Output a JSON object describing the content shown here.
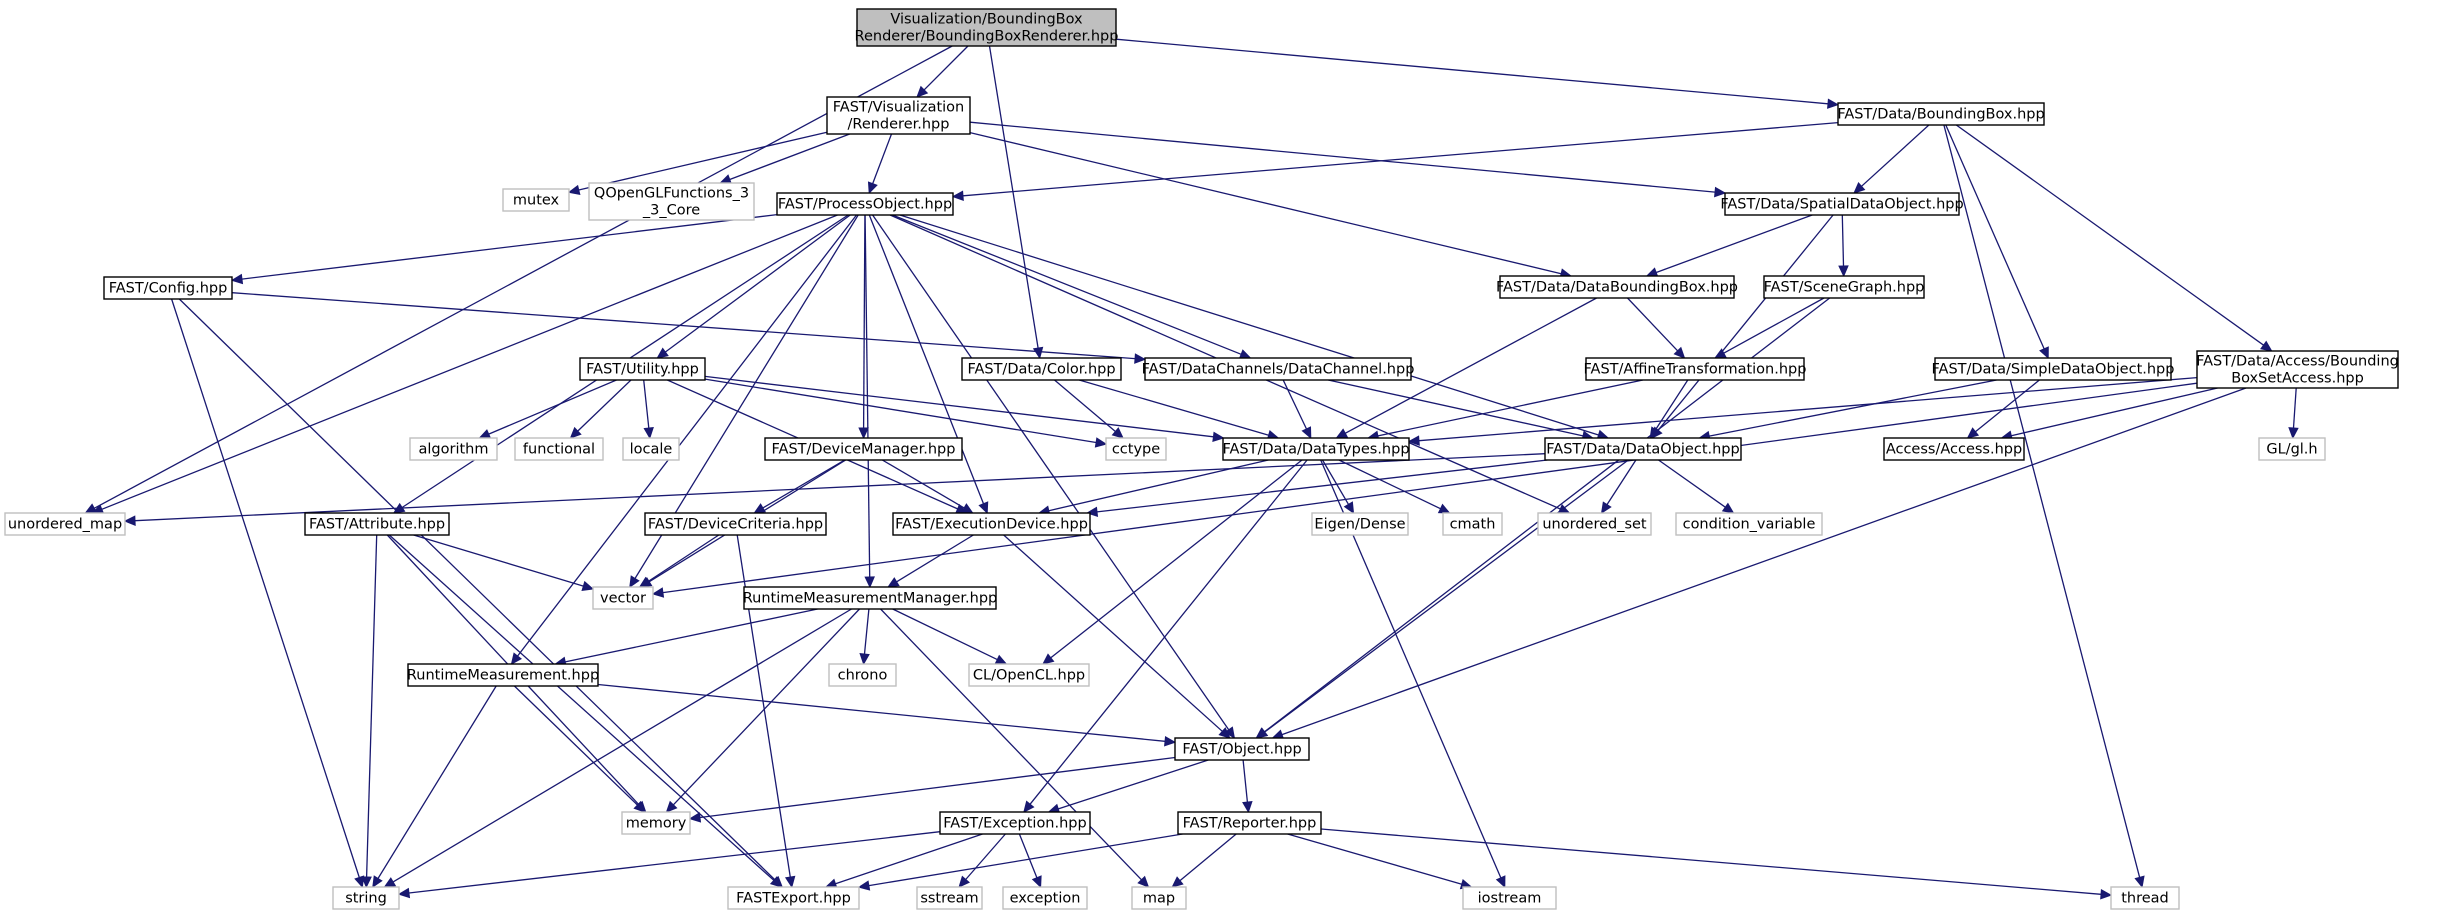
{
  "graph": {
    "colors": {
      "edge": "#191970",
      "internal_border": "#000000",
      "external_border": "#bfbfbf",
      "root_fill": "#bfbfbf"
    },
    "nodes": [
      {
        "id": "root",
        "kind": "root",
        "lines": [
          "Visualization/BoundingBox",
          "Renderer/BoundingBoxRenderer.hpp"
        ]
      },
      {
        "id": "renderer",
        "kind": "internal",
        "lines": [
          "FAST/Visualization",
          "/Renderer.hpp"
        ]
      },
      {
        "id": "boundingbox",
        "kind": "internal",
        "lines": [
          "FAST/Data/BoundingBox.hpp"
        ]
      },
      {
        "id": "mutex",
        "kind": "external",
        "lines": [
          "mutex"
        ]
      },
      {
        "id": "qopengl",
        "kind": "external",
        "lines": [
          "QOpenGLFunctions_3",
          "_3_Core"
        ]
      },
      {
        "id": "processobject",
        "kind": "internal",
        "lines": [
          "FAST/ProcessObject.hpp"
        ]
      },
      {
        "id": "spatialdataobject",
        "kind": "internal",
        "lines": [
          "FAST/Data/SpatialDataObject.hpp"
        ]
      },
      {
        "id": "config",
        "kind": "internal",
        "lines": [
          "FAST/Config.hpp"
        ]
      },
      {
        "id": "databoundingbox",
        "kind": "internal",
        "lines": [
          "FAST/Data/DataBoundingBox.hpp"
        ]
      },
      {
        "id": "scenegraph",
        "kind": "internal",
        "lines": [
          "FAST/SceneGraph.hpp"
        ]
      },
      {
        "id": "utility",
        "kind": "internal",
        "lines": [
          "FAST/Utility.hpp"
        ]
      },
      {
        "id": "color",
        "kind": "internal",
        "lines": [
          "FAST/Data/Color.hpp"
        ]
      },
      {
        "id": "datachannel",
        "kind": "internal",
        "lines": [
          "FAST/DataChannels/DataChannel.hpp"
        ]
      },
      {
        "id": "affine",
        "kind": "internal",
        "lines": [
          "FAST/AffineTransformation.hpp"
        ]
      },
      {
        "id": "simpledataobject",
        "kind": "internal",
        "lines": [
          "FAST/Data/SimpleDataObject.hpp"
        ]
      },
      {
        "id": "bboxaccess",
        "kind": "internal",
        "lines": [
          "FAST/Data/Access/Bounding",
          "BoxSetAccess.hpp"
        ]
      },
      {
        "id": "algorithm",
        "kind": "external",
        "lines": [
          "algorithm"
        ]
      },
      {
        "id": "functional",
        "kind": "external",
        "lines": [
          "functional"
        ]
      },
      {
        "id": "locale",
        "kind": "external",
        "lines": [
          "locale"
        ]
      },
      {
        "id": "devicemanager",
        "kind": "internal",
        "lines": [
          "FAST/DeviceManager.hpp"
        ]
      },
      {
        "id": "cctype",
        "kind": "external",
        "lines": [
          "cctype"
        ]
      },
      {
        "id": "datatypes",
        "kind": "internal",
        "lines": [
          "FAST/Data/DataTypes.hpp"
        ]
      },
      {
        "id": "dataobject",
        "kind": "internal",
        "lines": [
          "FAST/Data/DataObject.hpp"
        ]
      },
      {
        "id": "access",
        "kind": "internal",
        "lines": [
          "Access/Access.hpp"
        ]
      },
      {
        "id": "glh",
        "kind": "external",
        "lines": [
          "GL/gl.h"
        ]
      },
      {
        "id": "unordered_map",
        "kind": "external",
        "lines": [
          "unordered_map"
        ]
      },
      {
        "id": "attribute",
        "kind": "internal",
        "lines": [
          "FAST/Attribute.hpp"
        ]
      },
      {
        "id": "devicecriteria",
        "kind": "internal",
        "lines": [
          "FAST/DeviceCriteria.hpp"
        ]
      },
      {
        "id": "executiondevice",
        "kind": "internal",
        "lines": [
          "FAST/ExecutionDevice.hpp"
        ]
      },
      {
        "id": "eigen",
        "kind": "external",
        "lines": [
          "Eigen/Dense"
        ]
      },
      {
        "id": "cmath",
        "kind": "external",
        "lines": [
          "cmath"
        ]
      },
      {
        "id": "unordered_set",
        "kind": "external",
        "lines": [
          "unordered_set"
        ]
      },
      {
        "id": "condvar",
        "kind": "external",
        "lines": [
          "condition_variable"
        ]
      },
      {
        "id": "vector",
        "kind": "external",
        "lines": [
          "vector"
        ]
      },
      {
        "id": "rtmm",
        "kind": "internal",
        "lines": [
          "RuntimeMeasurementManager.hpp"
        ]
      },
      {
        "id": "rtm",
        "kind": "internal",
        "lines": [
          "RuntimeMeasurement.hpp"
        ]
      },
      {
        "id": "chrono",
        "kind": "external",
        "lines": [
          "chrono"
        ]
      },
      {
        "id": "opencl",
        "kind": "external",
        "lines": [
          "CL/OpenCL.hpp"
        ]
      },
      {
        "id": "object",
        "kind": "internal",
        "lines": [
          "FAST/Object.hpp"
        ]
      },
      {
        "id": "memory",
        "kind": "external",
        "lines": [
          "memory"
        ]
      },
      {
        "id": "exception_h",
        "kind": "internal",
        "lines": [
          "FAST/Exception.hpp"
        ]
      },
      {
        "id": "reporter",
        "kind": "internal",
        "lines": [
          "FAST/Reporter.hpp"
        ]
      },
      {
        "id": "string",
        "kind": "external",
        "lines": [
          "string"
        ]
      },
      {
        "id": "fastexport",
        "kind": "external",
        "lines": [
          "FASTExport.hpp"
        ]
      },
      {
        "id": "sstream",
        "kind": "external",
        "lines": [
          "sstream"
        ]
      },
      {
        "id": "exception",
        "kind": "external",
        "lines": [
          "exception"
        ]
      },
      {
        "id": "map",
        "kind": "external",
        "lines": [
          "map"
        ]
      },
      {
        "id": "iostream",
        "kind": "external",
        "lines": [
          "iostream"
        ]
      },
      {
        "id": "thread",
        "kind": "external",
        "lines": [
          "thread"
        ]
      }
    ],
    "edges": [
      [
        "root",
        "renderer"
      ],
      [
        "root",
        "boundingbox"
      ],
      [
        "root",
        "color"
      ],
      [
        "root",
        "unordered_map"
      ],
      [
        "renderer",
        "mutex"
      ],
      [
        "renderer",
        "qopengl"
      ],
      [
        "renderer",
        "processobject"
      ],
      [
        "renderer",
        "spatialdataobject"
      ],
      [
        "renderer",
        "databoundingbox"
      ],
      [
        "boundingbox",
        "processobject"
      ],
      [
        "boundingbox",
        "spatialdataobject"
      ],
      [
        "boundingbox",
        "simpledataobject"
      ],
      [
        "boundingbox",
        "bboxaccess"
      ],
      [
        "boundingbox",
        "thread"
      ],
      [
        "processobject",
        "config"
      ],
      [
        "processobject",
        "unordered_map"
      ],
      [
        "processobject",
        "attribute"
      ],
      [
        "processobject",
        "rtm"
      ],
      [
        "processobject",
        "utility"
      ],
      [
        "processobject",
        "devicemanager"
      ],
      [
        "processobject",
        "executiondevice"
      ],
      [
        "processobject",
        "datachannel"
      ],
      [
        "processobject",
        "dataobject"
      ],
      [
        "processobject",
        "unordered_set"
      ],
      [
        "processobject",
        "vector"
      ],
      [
        "processobject",
        "object"
      ],
      [
        "processobject",
        "rtmm"
      ],
      [
        "spatialdataobject",
        "databoundingbox"
      ],
      [
        "spatialdataobject",
        "scenegraph"
      ],
      [
        "spatialdataobject",
        "dataobject"
      ],
      [
        "config",
        "datachannel"
      ],
      [
        "config",
        "string"
      ],
      [
        "config",
        "fastexport"
      ],
      [
        "databoundingbox",
        "affine"
      ],
      [
        "databoundingbox",
        "datatypes"
      ],
      [
        "scenegraph",
        "affine"
      ],
      [
        "scenegraph",
        "object"
      ],
      [
        "utility",
        "algorithm"
      ],
      [
        "utility",
        "functional"
      ],
      [
        "utility",
        "locale"
      ],
      [
        "utility",
        "cctype"
      ],
      [
        "utility",
        "datatypes"
      ],
      [
        "utility",
        "executiondevice"
      ],
      [
        "color",
        "cctype"
      ],
      [
        "color",
        "datatypes"
      ],
      [
        "datachannel",
        "datatypes"
      ],
      [
        "datachannel",
        "dataobject"
      ],
      [
        "affine",
        "datatypes"
      ],
      [
        "affine",
        "dataobject"
      ],
      [
        "simpledataobject",
        "dataobject"
      ],
      [
        "simpledataobject",
        "access"
      ],
      [
        "bboxaccess",
        "access"
      ],
      [
        "bboxaccess",
        "glh"
      ],
      [
        "bboxaccess",
        "datatypes"
      ],
      [
        "bboxaccess",
        "vector"
      ],
      [
        "bboxaccess",
        "object"
      ],
      [
        "devicemanager",
        "devicecriteria"
      ],
      [
        "devicemanager",
        "executiondevice"
      ],
      [
        "devicemanager",
        "vector"
      ],
      [
        "datatypes",
        "eigen"
      ],
      [
        "datatypes",
        "cmath"
      ],
      [
        "datatypes",
        "executiondevice"
      ],
      [
        "datatypes",
        "opencl"
      ],
      [
        "datatypes",
        "exception_h"
      ],
      [
        "datatypes",
        "iostream"
      ],
      [
        "dataobject",
        "unordered_set"
      ],
      [
        "dataobject",
        "condvar"
      ],
      [
        "dataobject",
        "executiondevice"
      ],
      [
        "dataobject",
        "object"
      ],
      [
        "dataobject",
        "unordered_map"
      ],
      [
        "attribute",
        "vector"
      ],
      [
        "attribute",
        "string"
      ],
      [
        "attribute",
        "memory"
      ],
      [
        "attribute",
        "fastexport"
      ],
      [
        "devicecriteria",
        "vector"
      ],
      [
        "devicecriteria",
        "fastexport"
      ],
      [
        "executiondevice",
        "rtmm"
      ],
      [
        "executiondevice",
        "object"
      ],
      [
        "rtmm",
        "rtm"
      ],
      [
        "rtmm",
        "chrono"
      ],
      [
        "rtmm",
        "opencl"
      ],
      [
        "rtmm",
        "memory"
      ],
      [
        "rtmm",
        "string"
      ],
      [
        "rtmm",
        "map"
      ],
      [
        "rtm",
        "object"
      ],
      [
        "rtm",
        "string"
      ],
      [
        "rtm",
        "memory"
      ],
      [
        "object",
        "memory"
      ],
      [
        "object",
        "exception_h"
      ],
      [
        "object",
        "reporter"
      ],
      [
        "exception_h",
        "string"
      ],
      [
        "exception_h",
        "fastexport"
      ],
      [
        "exception_h",
        "sstream"
      ],
      [
        "exception_h",
        "exception"
      ],
      [
        "reporter",
        "fastexport"
      ],
      [
        "reporter",
        "map"
      ],
      [
        "reporter",
        "iostream"
      ],
      [
        "reporter",
        "thread"
      ]
    ]
  }
}
